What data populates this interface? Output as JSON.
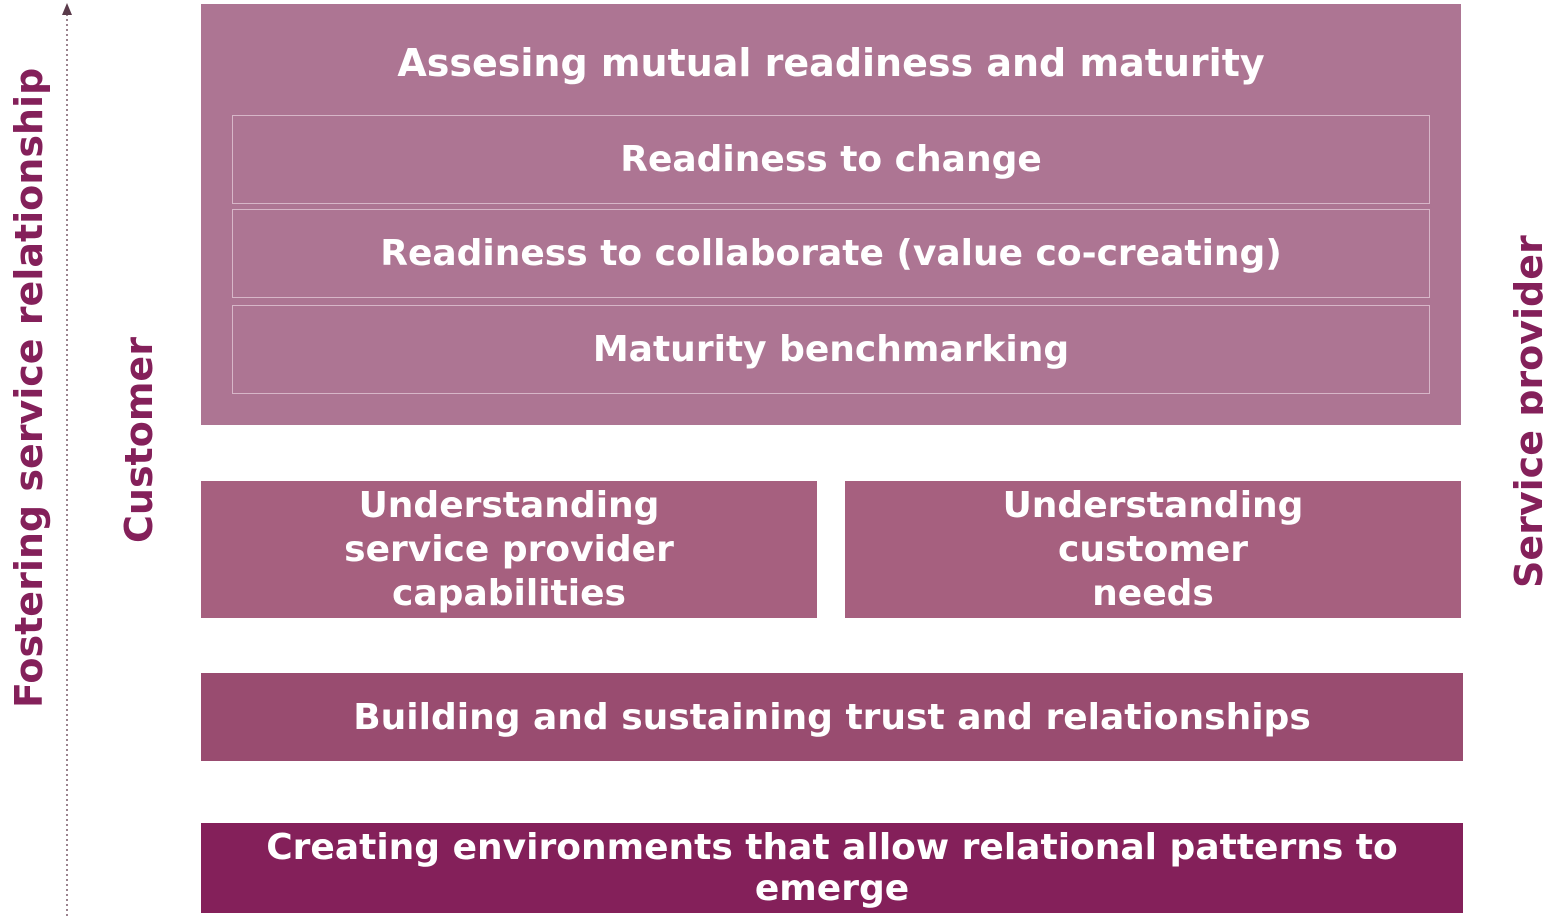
{
  "diagram": {
    "top": {
      "title": "Assesing mutual readiness and maturity",
      "items": [
        "Readiness to change",
        "Readiness to collaborate (value co-creating)",
        "Maturity benchmarking"
      ]
    },
    "middle": {
      "left": "Understanding service provider capabilities",
      "right": "Understanding customer needs"
    },
    "trust": "Building and sustaining trust and relationships",
    "foundation": "Creating environments that allow relational patterns to emerge"
  },
  "labels": {
    "axis": "Fostering service relationship",
    "left": "Customer",
    "right": "Service provider"
  },
  "colors": {
    "top": "#ad7593",
    "middle": "#a6607f",
    "trust": "#994c70",
    "foundation": "#84205a",
    "label_text": "#84205a"
  }
}
